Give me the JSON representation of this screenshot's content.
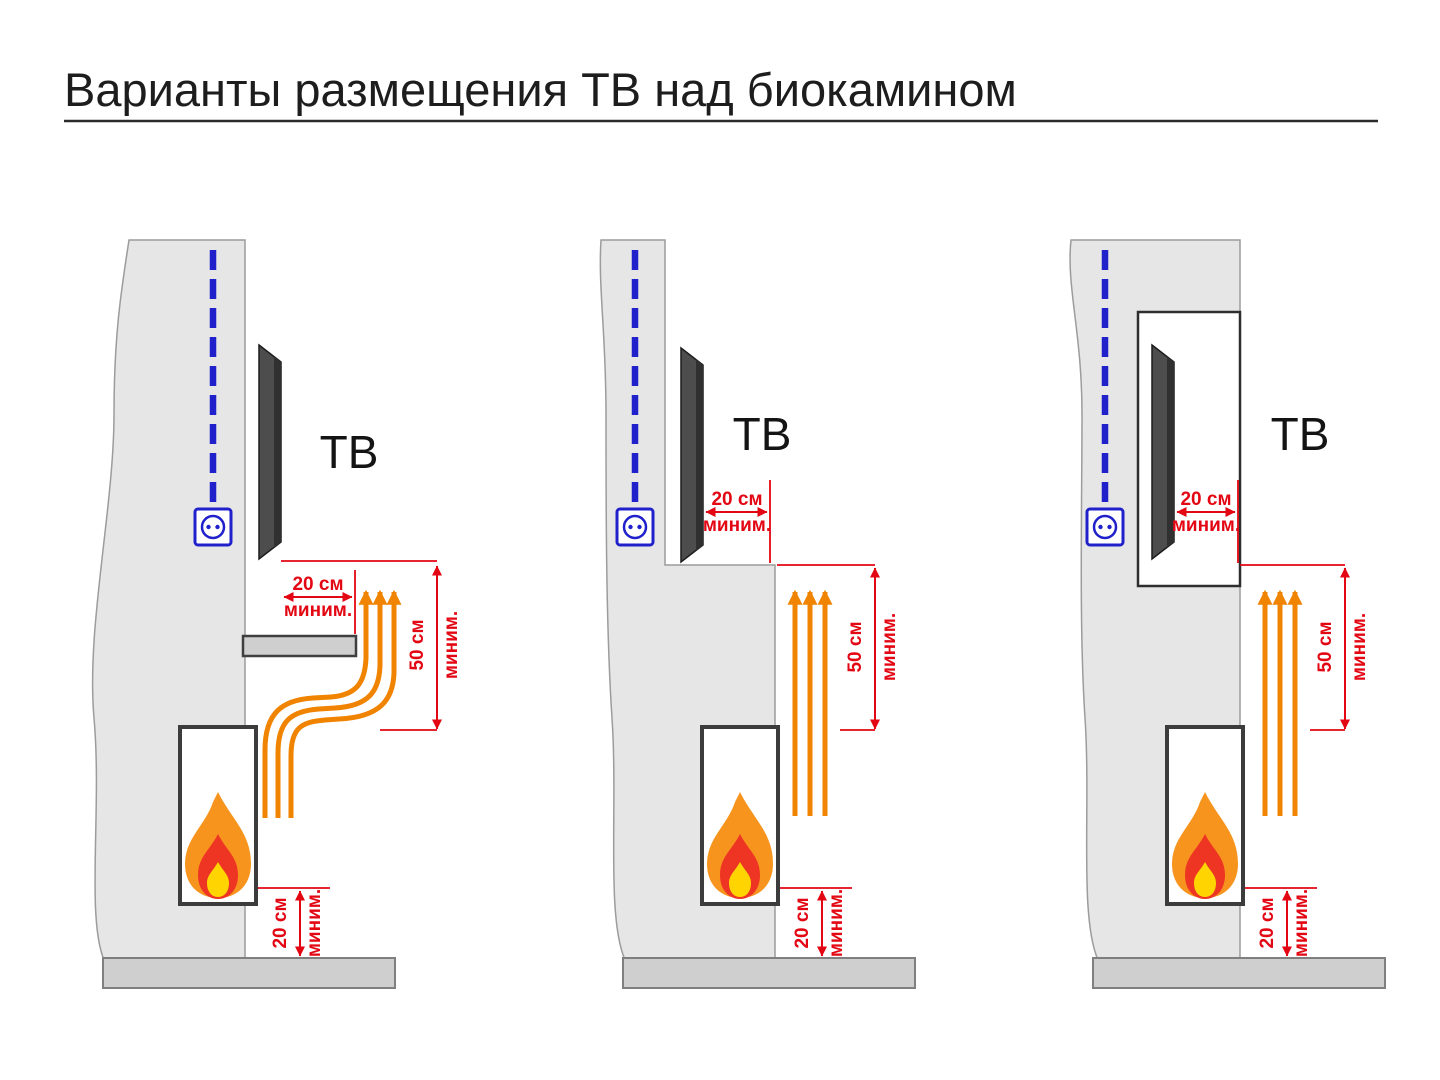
{
  "title": "Варианты размещения ТВ над биокамином",
  "colors": {
    "dimension_red": "#E30613",
    "airflow_orange": "#F08300",
    "cable_blue": "#2121CC",
    "wall_gray": "#E6E6E6",
    "floor_gray": "#CFCFCF",
    "tv_dark": "#4D4D4D",
    "flame_outer_orange": "#F7941E",
    "flame_middle_red": "#EE3524",
    "flame_core_yellow": "#FFD400"
  },
  "icons": {
    "power_cable": "blue-dashed-cable",
    "power_outlet": "wall-socket",
    "airflow": "orange-rising-arrows",
    "flame": "fireplace-flame"
  },
  "panels": [
    {
      "variant": "tv-above-shelf-deflector",
      "tv_label": "ТВ",
      "tv_gap": {
        "value": "20 см",
        "qualifier": "миним."
      },
      "clearance": {
        "value": "50 см",
        "qualifier": "миним."
      },
      "floor_gap": {
        "value": "20 см",
        "qualifier": "миним."
      }
    },
    {
      "variant": "tv-on-recessed-wall-step",
      "tv_label": "ТВ",
      "tv_gap": {
        "value": "20 см",
        "qualifier": "миним."
      },
      "clearance": {
        "value": "50 см",
        "qualifier": "миним."
      },
      "floor_gap": {
        "value": "20 см",
        "qualifier": "миним."
      }
    },
    {
      "variant": "tv-in-niche",
      "tv_label": "ТВ",
      "tv_gap": {
        "value": "20 см",
        "qualifier": "миним."
      },
      "clearance": {
        "value": "50 см",
        "qualifier": "миним."
      },
      "floor_gap": {
        "value": "20 см",
        "qualifier": "миним."
      }
    }
  ]
}
